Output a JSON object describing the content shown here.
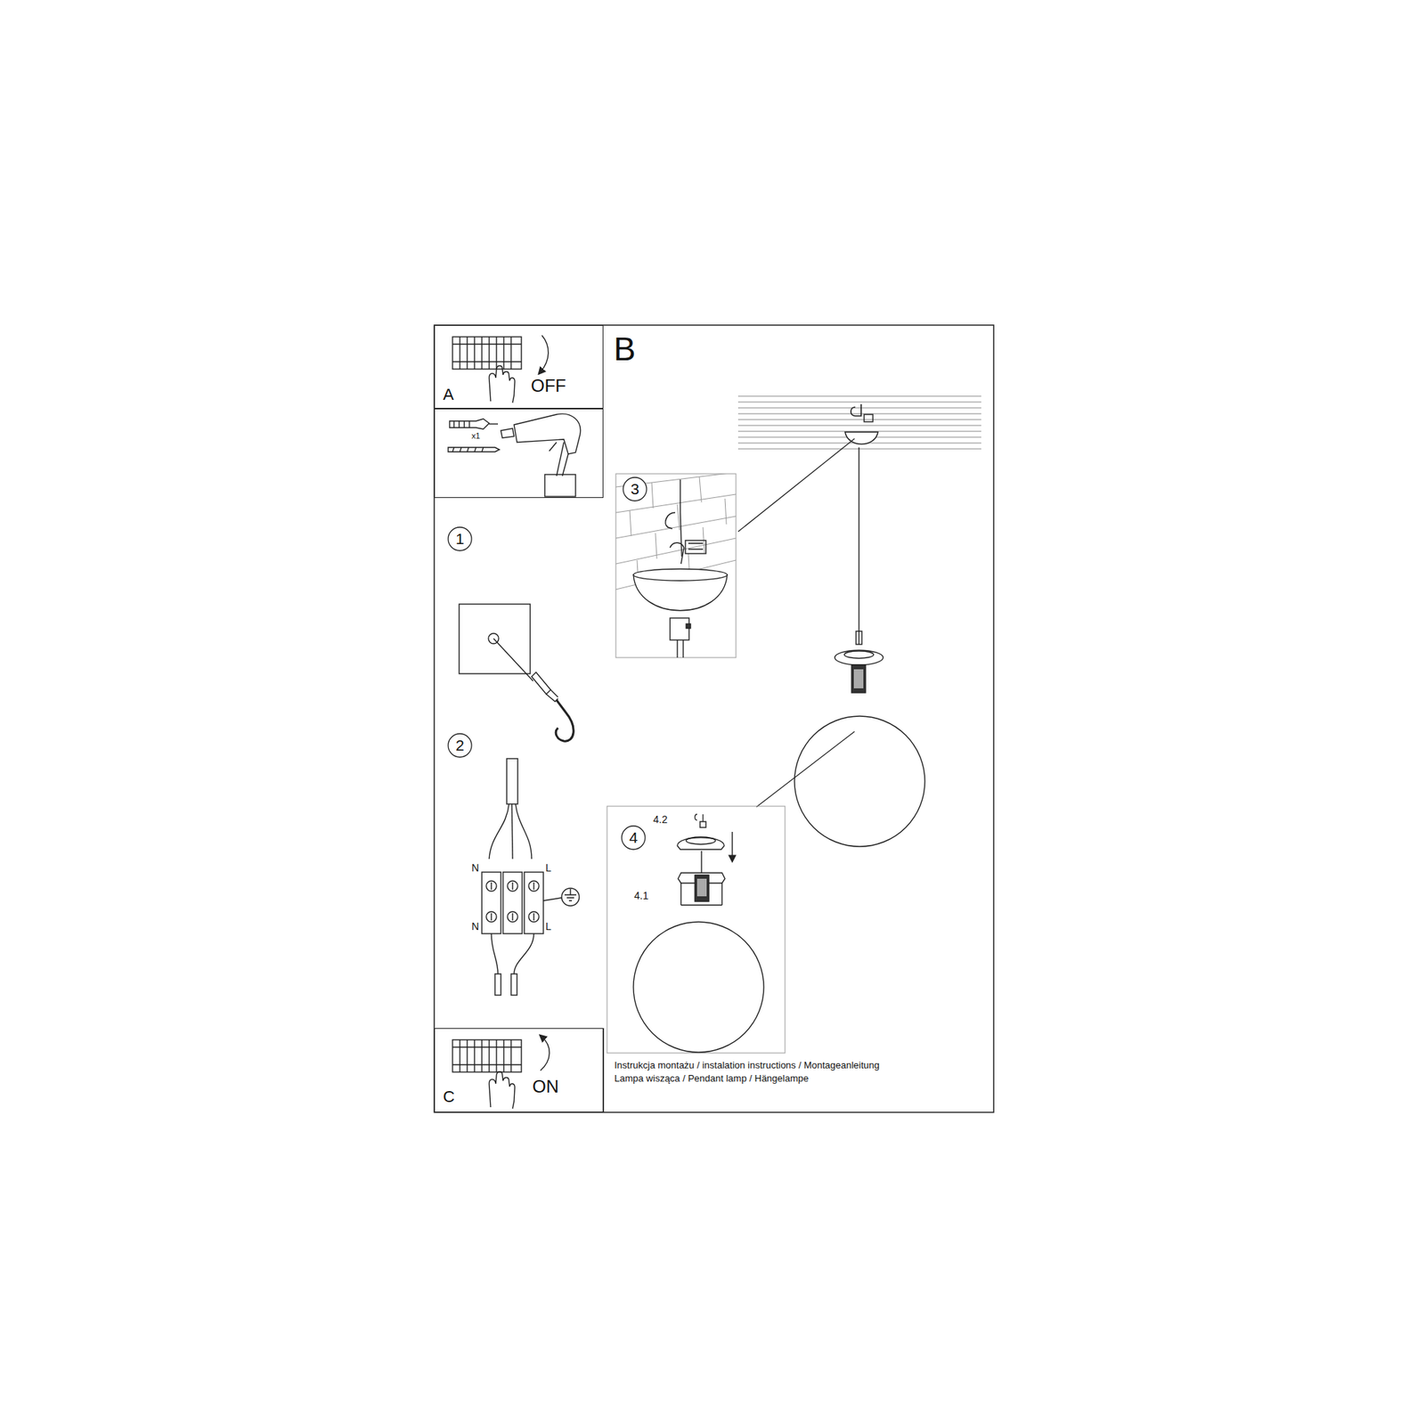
{
  "diagram": {
    "nodes": [
      {
        "text": [
          "A",
          "OFF"
        ]
      },
      {
        "text": [
          "x1"
        ]
      },
      {
        "text": [
          "1"
        ]
      },
      {
        "text": [
          "2"
        ]
      },
      {
        "text": [
          "3"
        ]
      },
      {
        "text": [
          "4"
        ]
      },
      {
        "text": [
          "C",
          "ON"
        ]
      }
    ],
    "labels": [
      "B",
      "N",
      "L",
      "N",
      "L",
      "4.2",
      "4.1",
      "Instrukcja montażu / instalation instructions / Montageanleitung",
      "Lampa wisząca / Pendant lamp / Hängelampe"
    ]
  }
}
